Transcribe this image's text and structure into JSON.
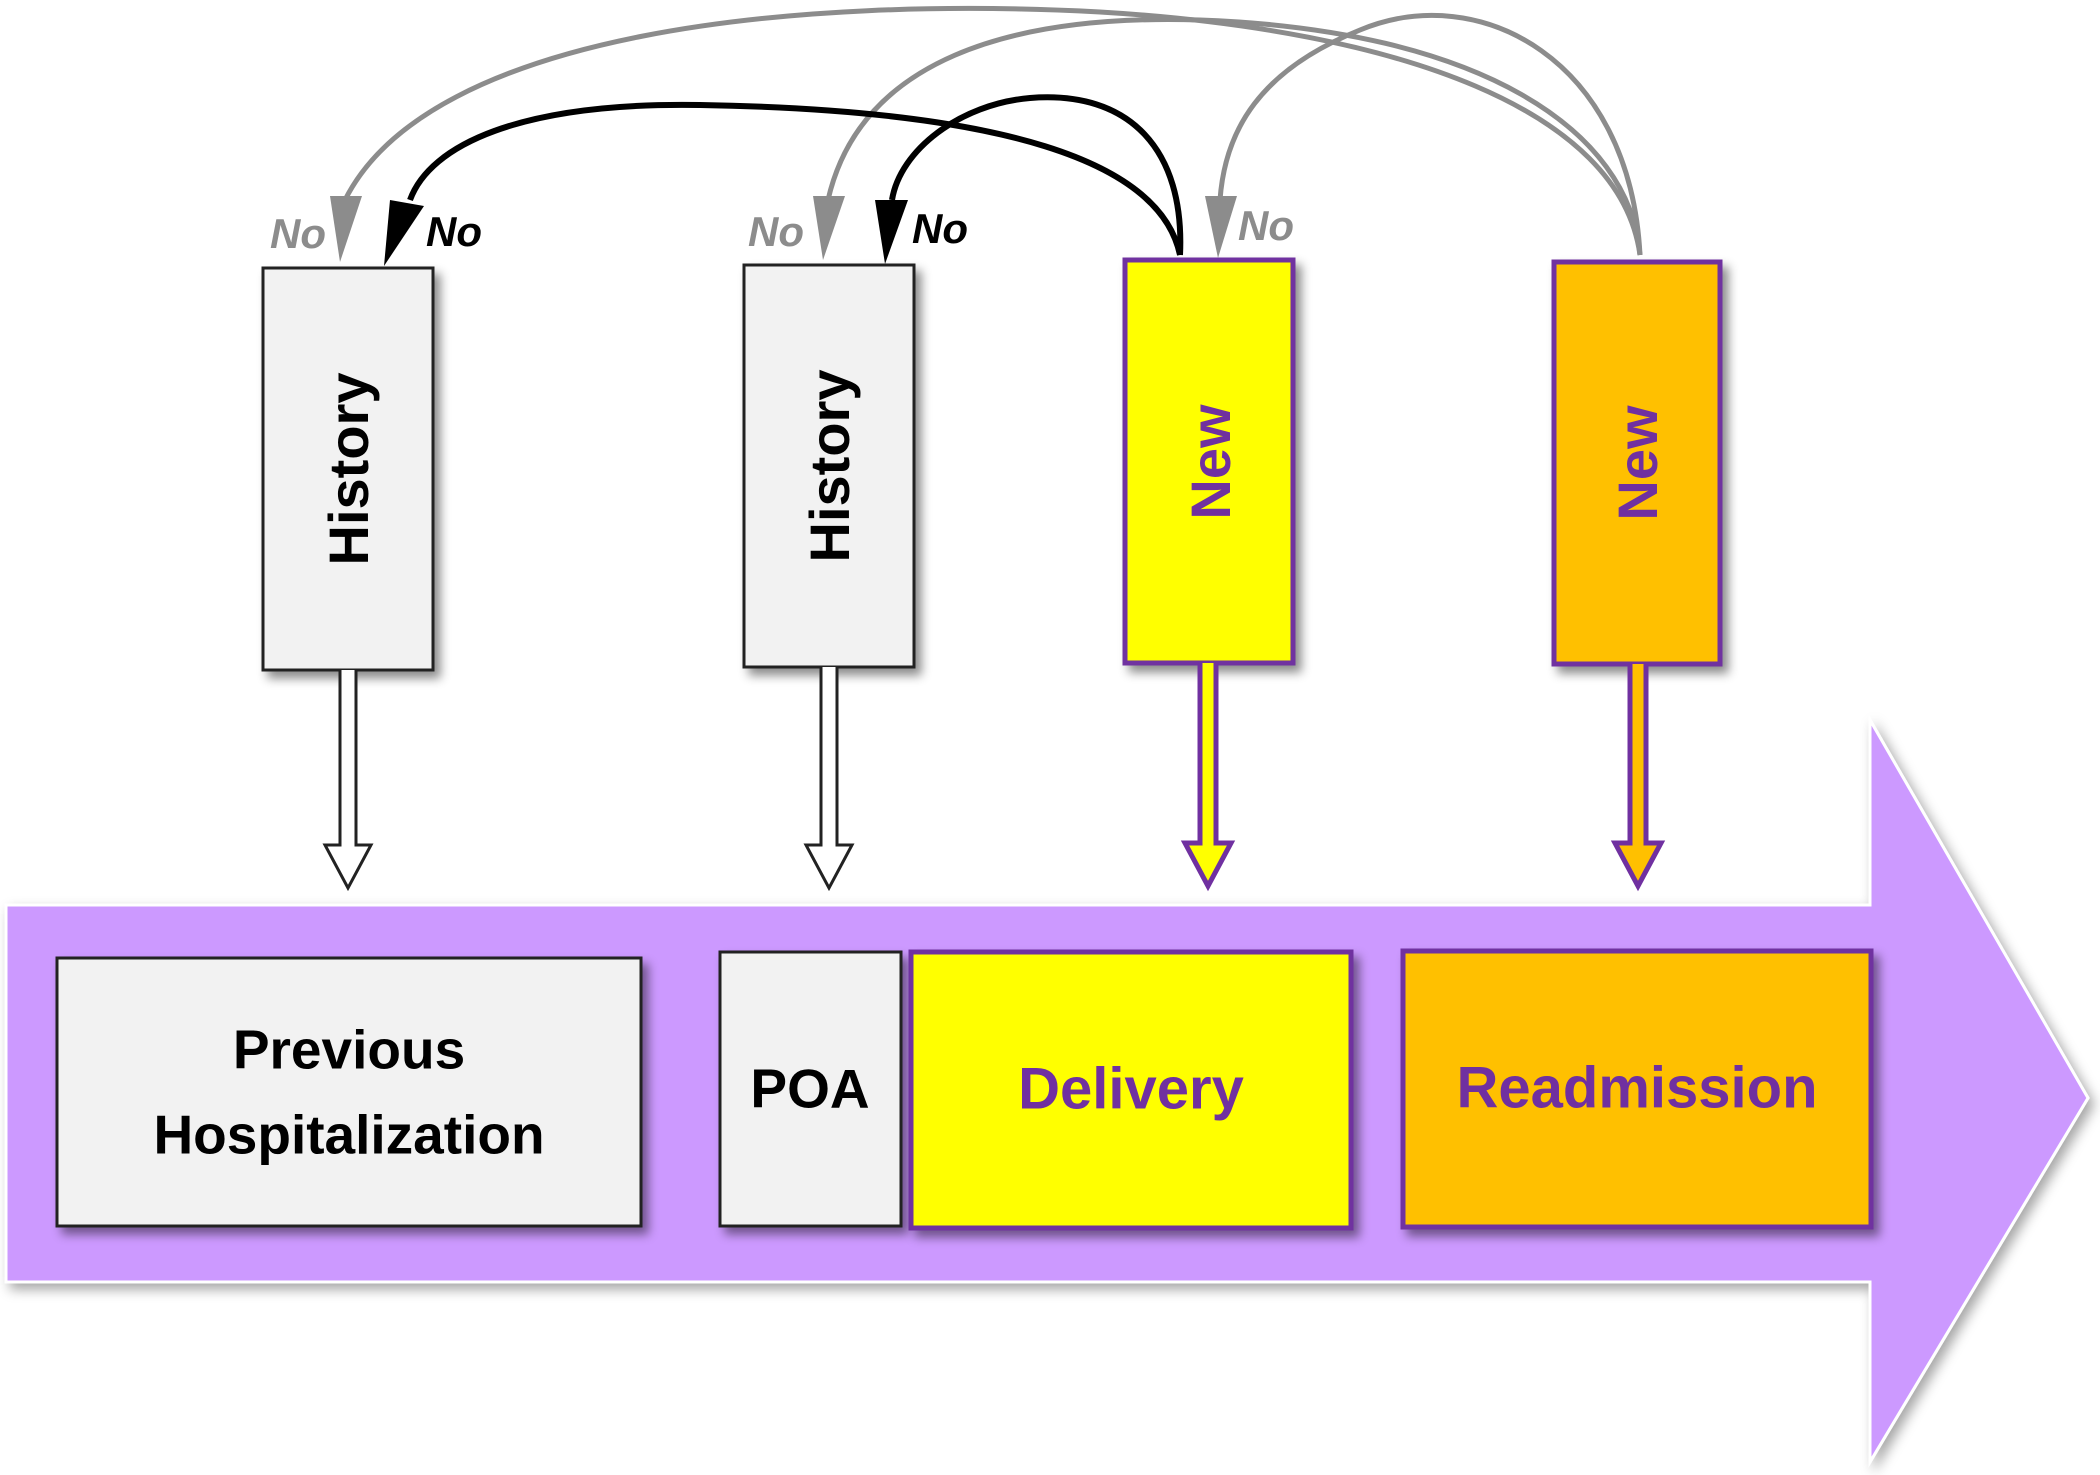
{
  "colors": {
    "timeline": "#cc99ff",
    "history_fill": "#f2f2f2",
    "delivery_fill": "#ffff00",
    "readmission_fill": "#ffc000",
    "purple_text": "#7030a0",
    "gray_arrow": "#8c8c8c",
    "black_arrow": "#000000"
  },
  "timeline": {
    "boxes": {
      "previous_hospitalization": {
        "line1": "Previous",
        "line2": "Hospitalization"
      },
      "poa": "POA",
      "delivery": "Delivery",
      "readmission": "Readmission"
    }
  },
  "upper": {
    "history_1": "History",
    "history_2": "History",
    "new_1": "New",
    "new_2": "New"
  },
  "connectors": {
    "labels": {
      "no_gray_1": "No",
      "no_black_1": "No",
      "no_gray_2": "No",
      "no_black_2": "No",
      "no_gray_3": "No"
    }
  }
}
